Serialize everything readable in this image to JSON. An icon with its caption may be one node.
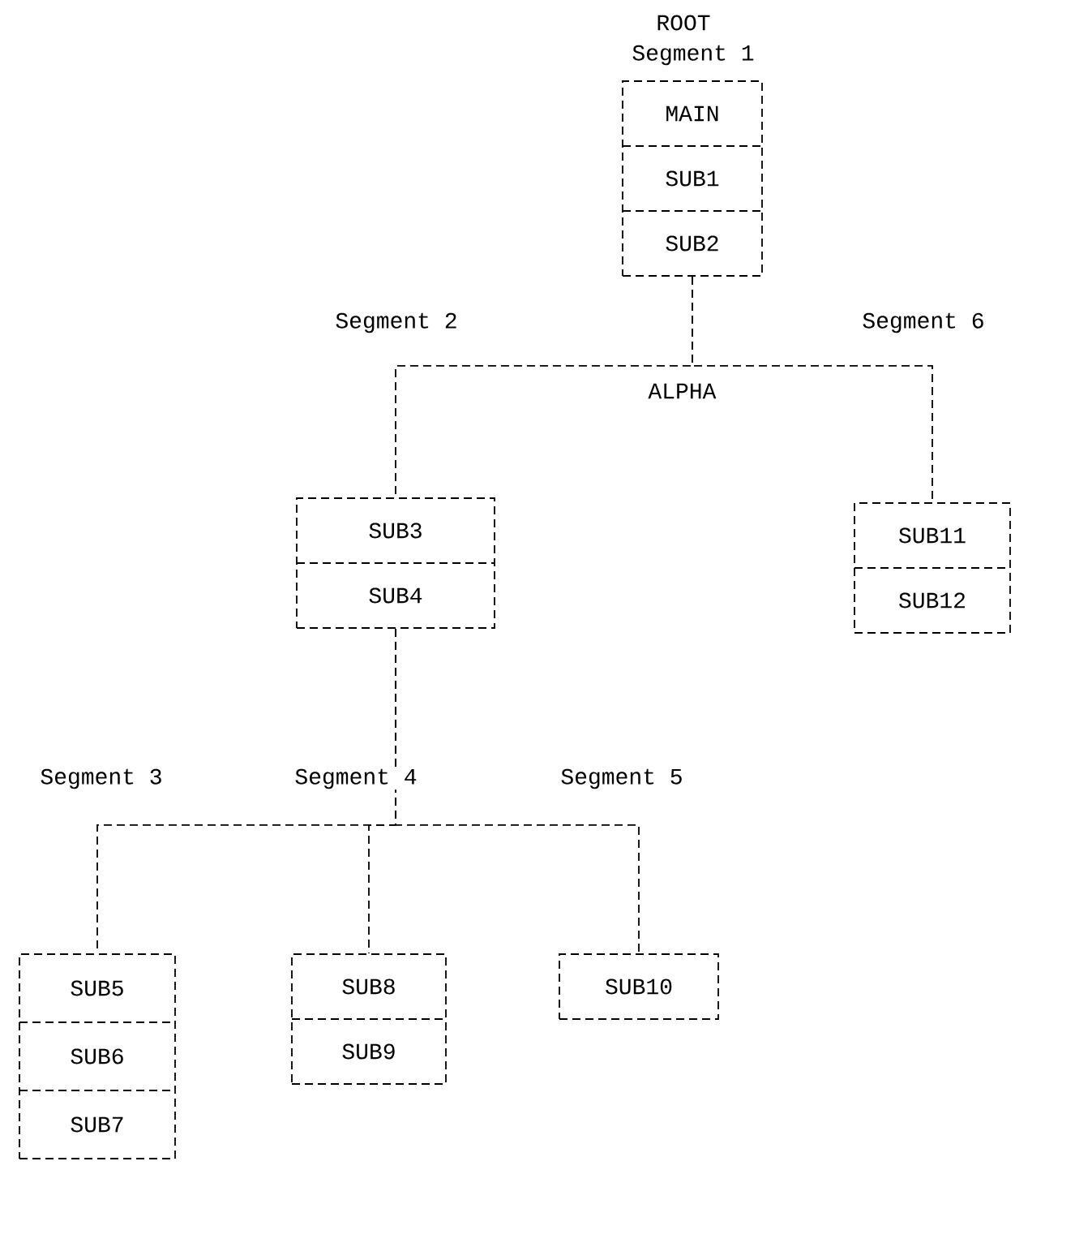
{
  "diagram": {
    "nodes": [
      {
        "text": [],
        "shape": "box"
      },
      {
        "text": [
          "MAIN"
        ],
        "in": 0
      },
      {
        "text": [
          "SUB1"
        ],
        "in": 0
      },
      {
        "text": [
          "SUB2"
        ],
        "in": 0
      },
      {
        "text": [],
        "shape": "box"
      },
      {
        "text": [
          "SUB3"
        ],
        "in": 4
      },
      {
        "text": [
          "SUB4"
        ],
        "in": 4
      },
      {
        "text": [],
        "shape": "box"
      },
      {
        "text": [
          "SUB11"
        ],
        "in": 7
      },
      {
        "text": [
          "SUB12"
        ],
        "in": 7
      },
      {
        "text": [],
        "shape": "box"
      },
      {
        "text": [
          "SUB5"
        ],
        "in": 10
      },
      {
        "text": [
          "SUB6"
        ],
        "in": 10
      },
      {
        "text": [
          "SUB7"
        ],
        "in": 10
      },
      {
        "text": [],
        "shape": "box"
      },
      {
        "text": [
          "SUB8"
        ],
        "in": 14
      },
      {
        "text": [
          "SUB9"
        ],
        "in": 14
      },
      {
        "text": [],
        "shape": "box"
      },
      {
        "text": [
          "SUB10"
        ],
        "in": 17
      }
    ],
    "edges": [
      {
        "from": 0,
        "to": 4,
        "arrow": "none",
        "style": "dashed"
      },
      {
        "from": 0,
        "to": 7,
        "arrow": "none",
        "style": "dashed"
      },
      {
        "from": 4,
        "to": 10,
        "arrow": "none",
        "style": "dashed"
      },
      {
        "from": 4,
        "to": 14,
        "arrow": "none",
        "style": "dashed"
      },
      {
        "from": 4,
        "to": 17,
        "arrow": "none",
        "style": "dashed"
      }
    ],
    "labels": [
      "ROOT",
      "Segment 1",
      "Segment 2",
      "Segment 6",
      "ALPHA",
      "Segment 3",
      "Segment 4",
      "Segment 5"
    ]
  }
}
